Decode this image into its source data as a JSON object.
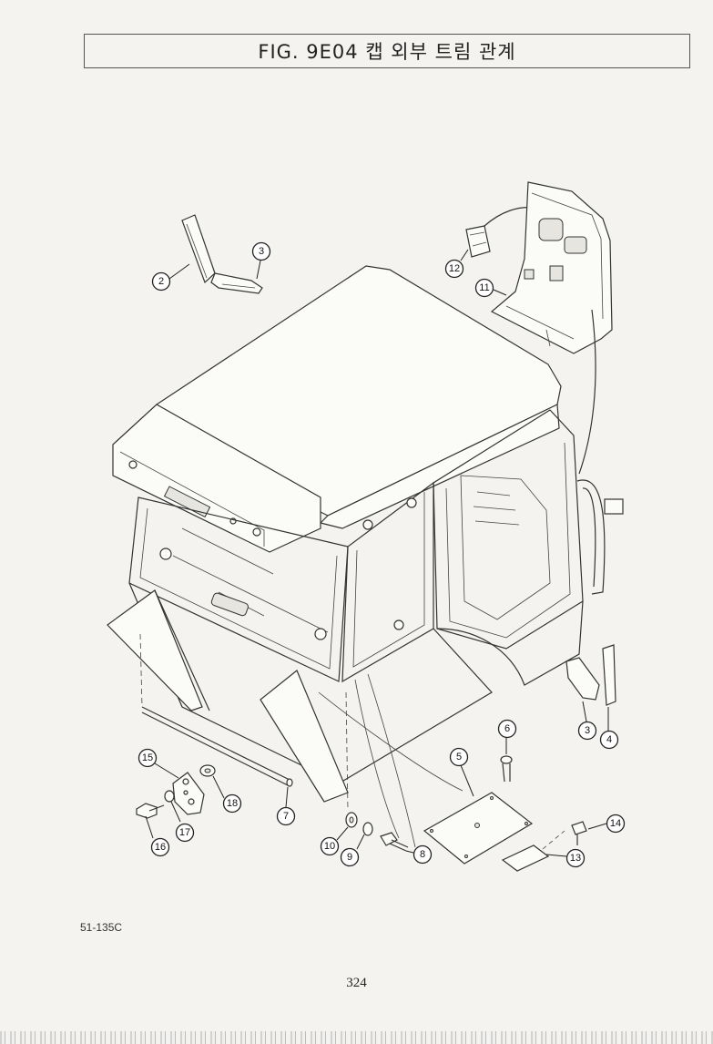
{
  "figure": {
    "title": "FIG. 9E04 캡 외부 트림 관계"
  },
  "callouts": [
    {
      "id": "c2",
      "num": "2"
    },
    {
      "id": "c3a",
      "num": "3"
    },
    {
      "id": "c12",
      "num": "12"
    },
    {
      "id": "c11",
      "num": "11"
    },
    {
      "id": "c6",
      "num": "6"
    },
    {
      "id": "c3b",
      "num": "3"
    },
    {
      "id": "c4",
      "num": "4"
    },
    {
      "id": "c5",
      "num": "5"
    },
    {
      "id": "c15",
      "num": "15"
    },
    {
      "id": "c18",
      "num": "18"
    },
    {
      "id": "c7",
      "num": "7"
    },
    {
      "id": "c17",
      "num": "17"
    },
    {
      "id": "c16",
      "num": "16"
    },
    {
      "id": "c10",
      "num": "10"
    },
    {
      "id": "c9",
      "num": "9"
    },
    {
      "id": "c8",
      "num": "8"
    },
    {
      "id": "c14",
      "num": "14"
    },
    {
      "id": "c13",
      "num": "13"
    }
  ],
  "drawing_code": "51-135C",
  "page_number": "324"
}
